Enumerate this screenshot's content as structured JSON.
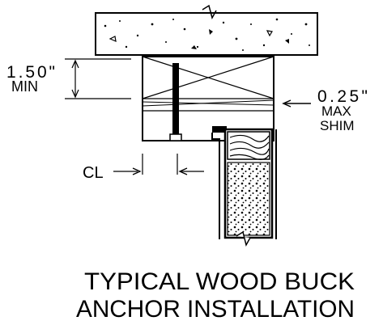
{
  "diagram": {
    "labels": {
      "min_value": "1.50\"",
      "min_word": "MIN",
      "shim_value": "0.25\"",
      "shim_max": "MAX",
      "shim_word": "SHIM",
      "cl": "CL"
    },
    "caption": {
      "line1": "TYPICAL  WOOD  BUCK",
      "line2": "ANCHOR  INSTALLATION"
    }
  }
}
